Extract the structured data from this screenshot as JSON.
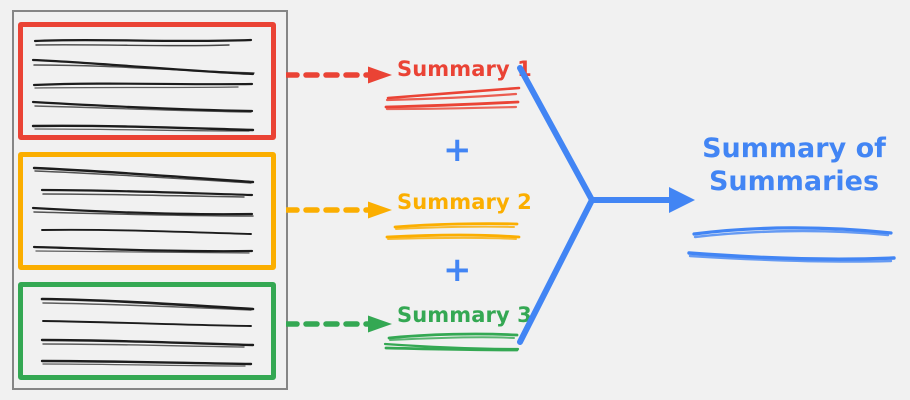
{
  "diagram": {
    "title_semantic": "map-reduce summarization diagram",
    "background_color": "#f1f1f1",
    "document_frame": {
      "name": "source-document",
      "border_color": "#868686"
    },
    "chunks": [
      {
        "id": "chunk-1",
        "color": "#EA4335",
        "line_count": 5,
        "label": "document chunk 1"
      },
      {
        "id": "chunk-2",
        "color": "#FBAE00",
        "line_count": 5,
        "label": "document chunk 2"
      },
      {
        "id": "chunk-3",
        "color": "#34A853",
        "line_count": 4,
        "label": "document chunk 3"
      }
    ],
    "summaries": [
      {
        "id": "summary-1",
        "label": "Summary 1",
        "color": "#EA4335"
      },
      {
        "id": "summary-2",
        "label": "Summary 2",
        "color": "#FBAE00"
      },
      {
        "id": "summary-3",
        "label": "Summary 3",
        "color": "#34A853"
      }
    ],
    "operators": [
      {
        "id": "plus-1",
        "glyph": "+",
        "color": "#4285F4"
      },
      {
        "id": "plus-2",
        "glyph": "+",
        "color": "#4285F4"
      }
    ],
    "final": {
      "line1": "Summary of",
      "line2": "Summaries",
      "color": "#4285F4"
    },
    "connectors": {
      "style": "dashed-arrow",
      "merge_color": "#4285F4"
    }
  }
}
